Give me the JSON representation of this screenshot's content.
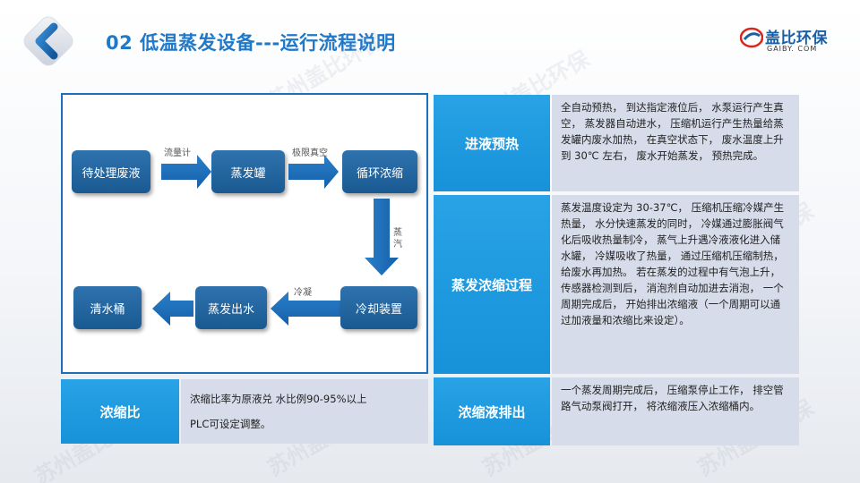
{
  "page": {
    "title": "02 低温蒸发设备---运行流程说明"
  },
  "brand": {
    "name": "盖比环保",
    "sub": "GAIBY. COM",
    "color": "#1a5fa6",
    "accent": "#d9261c"
  },
  "watermark": {
    "text": "苏州盖比环保"
  },
  "flow": {
    "nodes": {
      "n1": "待处理废液",
      "n2": "蒸发罐",
      "n3": "循环浓缩",
      "n4": "冷却装置",
      "n5": "蒸发出水",
      "n6": "清水桶"
    },
    "labels": {
      "a1": "流量计",
      "a2": "极限真空",
      "a3": "蒸汽",
      "a4": "冷凝"
    }
  },
  "ratio": {
    "head": "浓缩比",
    "line1": "浓缩比率为原液兑 水比例90-95%以上",
    "line2": "PLC可设定调整。"
  },
  "steps": [
    {
      "head": "进液预热",
      "body": "全自动预热， 到达指定液位后， 水泵运行产生真空， 蒸发器自动进水， 压缩机运行产生热量给蒸发罐内废水加热， 在真空状态下， 废水温度上升到 30℃ 左右， 废水开始蒸发， 预热完成。"
    },
    {
      "head": "蒸发浓缩过程",
      "body": "蒸发温度设定为 30-37℃， 压缩机压缩冷媒产生热量， 水分快速蒸发的同时， 冷媒通过膨胀阀气化后吸收热量制冷， 蒸气上升遇冷液液化进入储水罐， 冷媒吸收了热量， 通过压缩机压缩制热， 给废水再加热。 若在蒸发的过程中有气泡上升， 传感器检测到后， 消泡剂自动加进去消泡， 一个周期完成后， 开始排出浓缩液（一个周期可以通过加液量和浓缩比来设定）。"
    },
    {
      "head": "浓缩液排出",
      "body": "一个蒸发周期完成后， 压缩泵停止工作， 排空管路气动泵阀打开， 将浓缩液压入浓缩桶内。"
    }
  ],
  "colors": {
    "title": "#1f78c8",
    "node": "#1d5e98",
    "arrow": "#1f6fb8",
    "head": "#1a95dc",
    "body": "#d6dcea"
  }
}
